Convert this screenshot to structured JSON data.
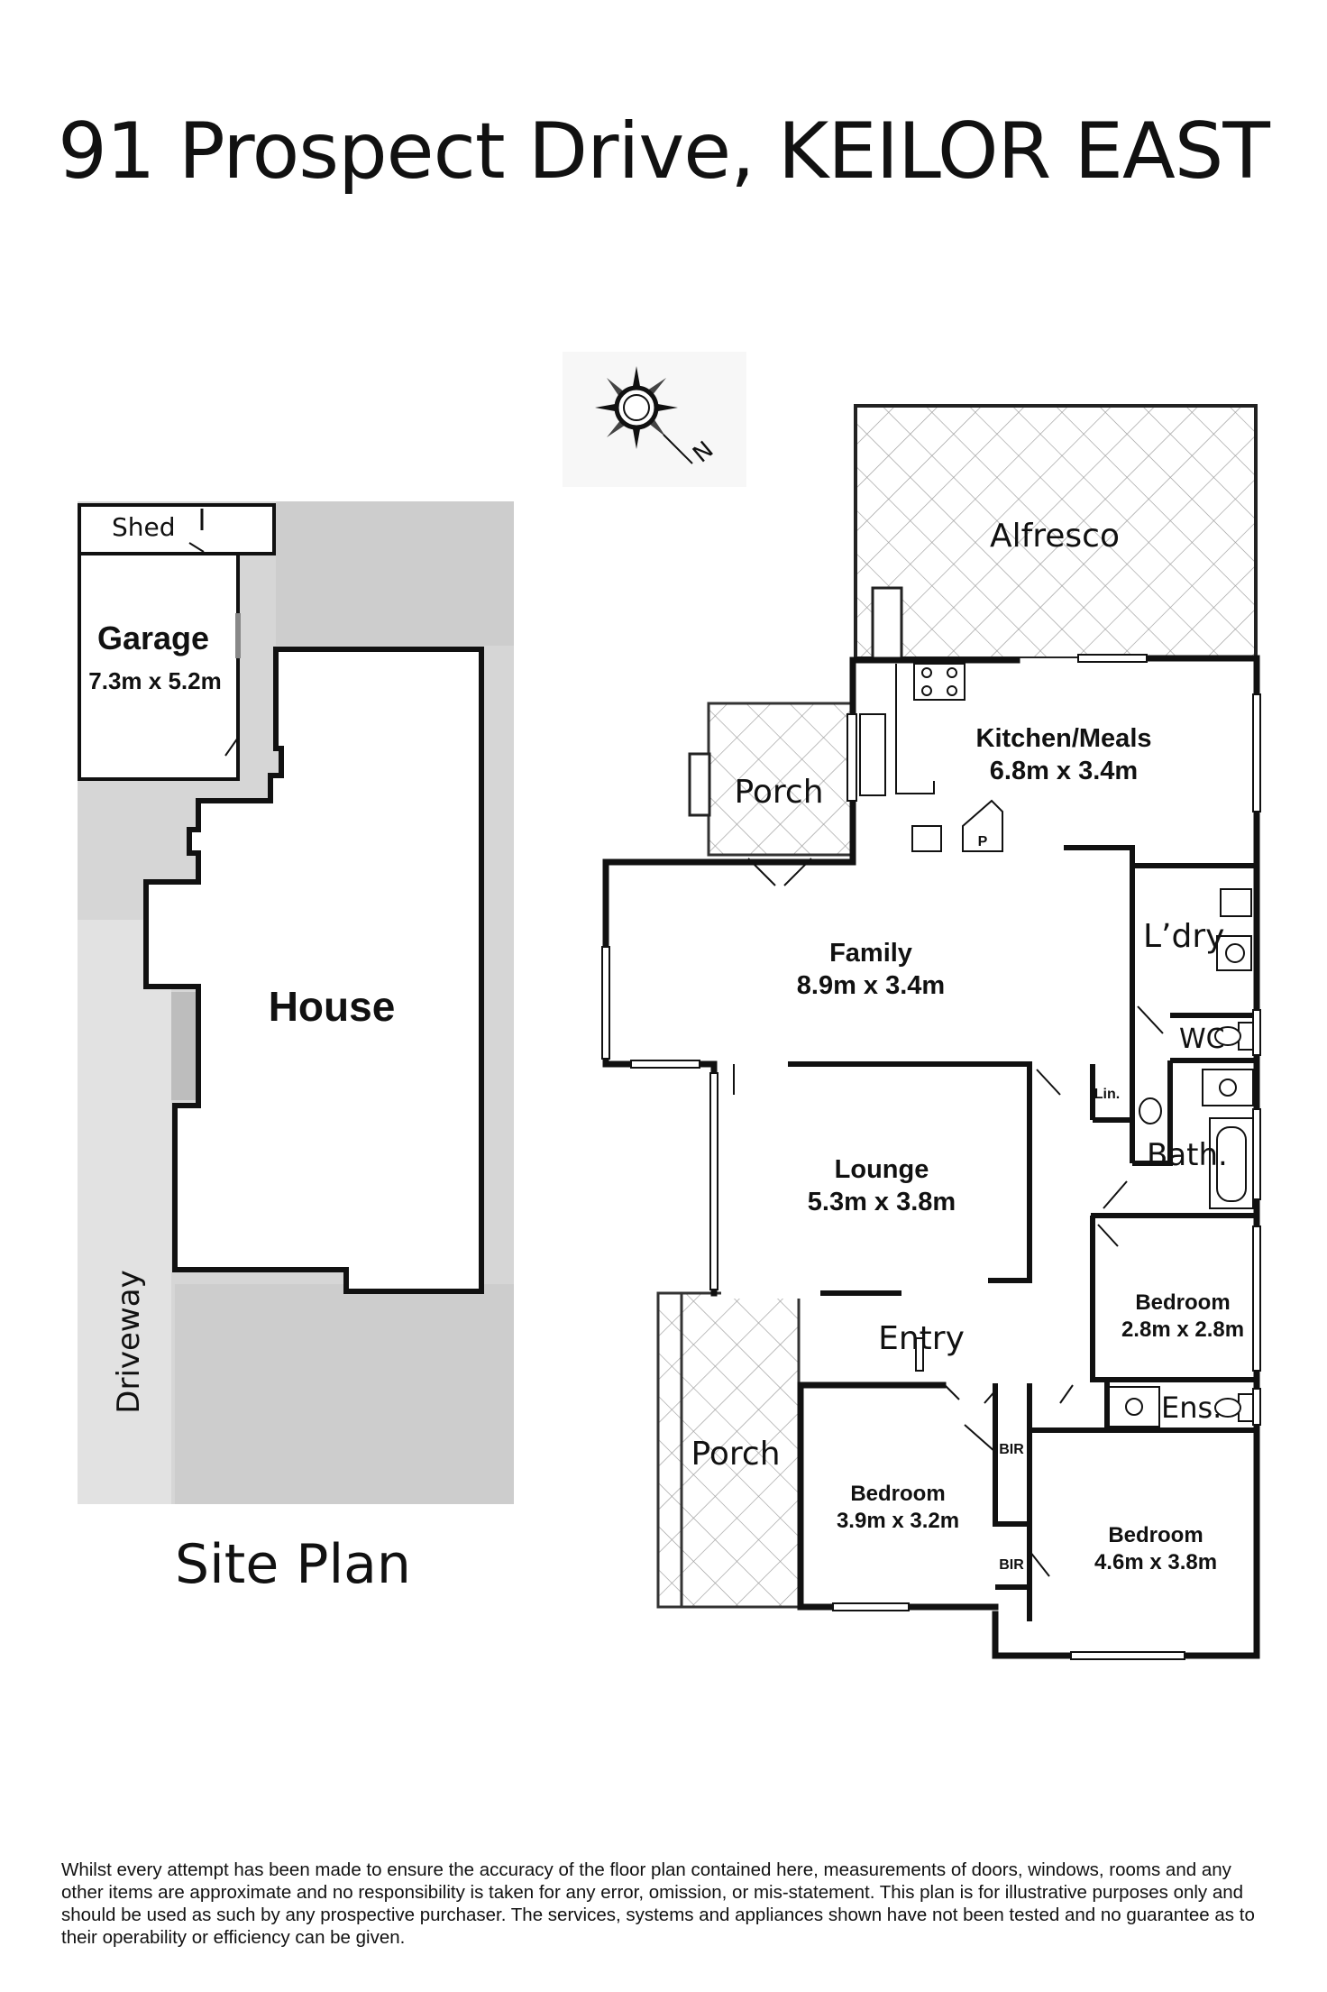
{
  "title": "91 Prospect Drive, KEILOR EAST",
  "site_plan": {
    "caption": "Site Plan",
    "shed": "Shed",
    "garage": "Garage",
    "garage_size": "7.3m x 5.2m",
    "house": "House",
    "driveway": "Driveway"
  },
  "compass": {
    "label": "N"
  },
  "floor_plan": {
    "alfresco": "Alfresco",
    "kitchen": {
      "name": "Kitchen/Meals",
      "size": "6.8m x 3.4m"
    },
    "pantry": "P",
    "porch_side": "Porch",
    "family": {
      "name": "Family",
      "size": "8.9m x 3.4m"
    },
    "laundry": "L’dry",
    "wc": "WC",
    "linen": "Lin.",
    "bath": "Bath.",
    "lounge": {
      "name": "Lounge",
      "size": "5.3m x 3.8m"
    },
    "bedroom_2": {
      "name": "Bedroom",
      "size": "2.8m x 2.8m"
    },
    "entry": "Entry",
    "ensuite": "Ens.",
    "porch_front": "Porch",
    "bir_1": "BIR",
    "bir_2": "BIR",
    "bedroom_3": {
      "name": "Bedroom",
      "size": "3.9m x 3.2m"
    },
    "bedroom_main": {
      "name": "Bedroom",
      "size": "4.6m x 3.8m"
    }
  },
  "disclaimer": "Whilst every attempt has been made to ensure the accuracy of the floor plan contained here, measurements of doors, windows, rooms and any other items are approximate and no responsibility is taken for any error, omission, or mis-statement. This plan is for illustrative purposes only and should be used as such by any prospective purchaser. The services, systems and appliances shown have not been tested and no guarantee as to their operability or efficiency can be given."
}
